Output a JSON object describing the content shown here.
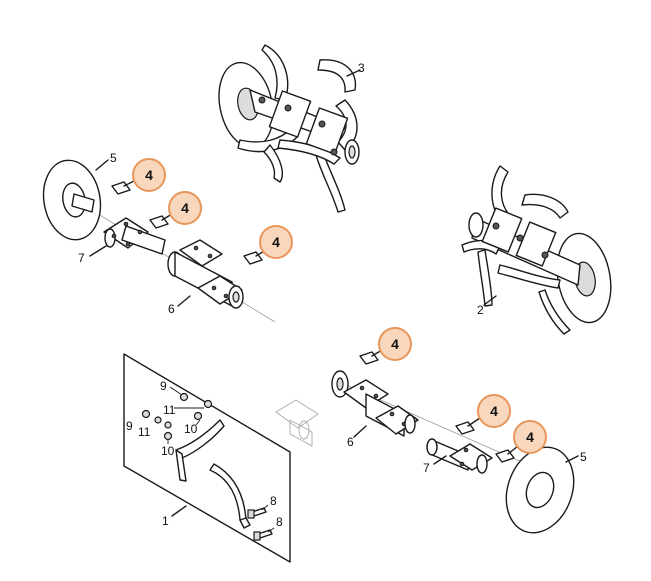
{
  "colors": {
    "callout_fill": "#f8d7bd",
    "callout_stroke": "#e8965a",
    "line": "#1a1a1a"
  },
  "labels": {
    "tiller_top": "3",
    "tiller_right": "2",
    "disc_left": "5",
    "flange_left": "7",
    "hub_left": "6",
    "kit": "1",
    "kit_nut_a": "9",
    "kit_bolt_a": "11",
    "kit_nut_b": "9",
    "kit_bolt_b": "11",
    "kit_washer_a": "10",
    "kit_washer_b": "10",
    "kit_screw_a": "8",
    "kit_screw_b": "8",
    "hub_right": "6",
    "flange_right": "7",
    "disc_right": "5"
  },
  "callouts": [
    {
      "id": "pin-1",
      "text": "4"
    },
    {
      "id": "pin-2",
      "text": "4"
    },
    {
      "id": "pin-3",
      "text": "4"
    },
    {
      "id": "pin-4",
      "text": "4"
    },
    {
      "id": "pin-5",
      "text": "4"
    },
    {
      "id": "pin-6",
      "text": "4"
    }
  ]
}
